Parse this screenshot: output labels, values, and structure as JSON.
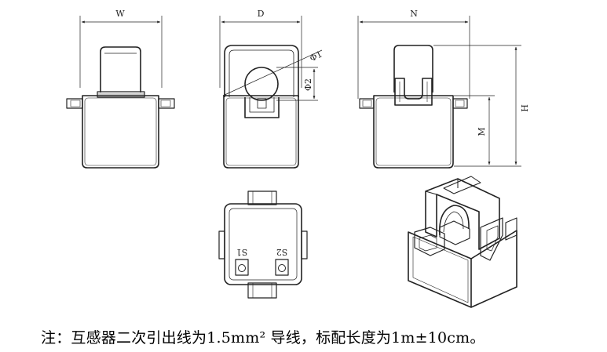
{
  "dimensions": {
    "w": "W",
    "d": "D",
    "n": "N",
    "h": "H",
    "m": "M",
    "phi1": "Φ1",
    "phi2": "Φ2"
  },
  "terminals": {
    "s1": "S1",
    "s2": "S2"
  },
  "caption": "注：互感器二次引出线为1.5mm² 导线，标配长度为1m±10cm。"
}
